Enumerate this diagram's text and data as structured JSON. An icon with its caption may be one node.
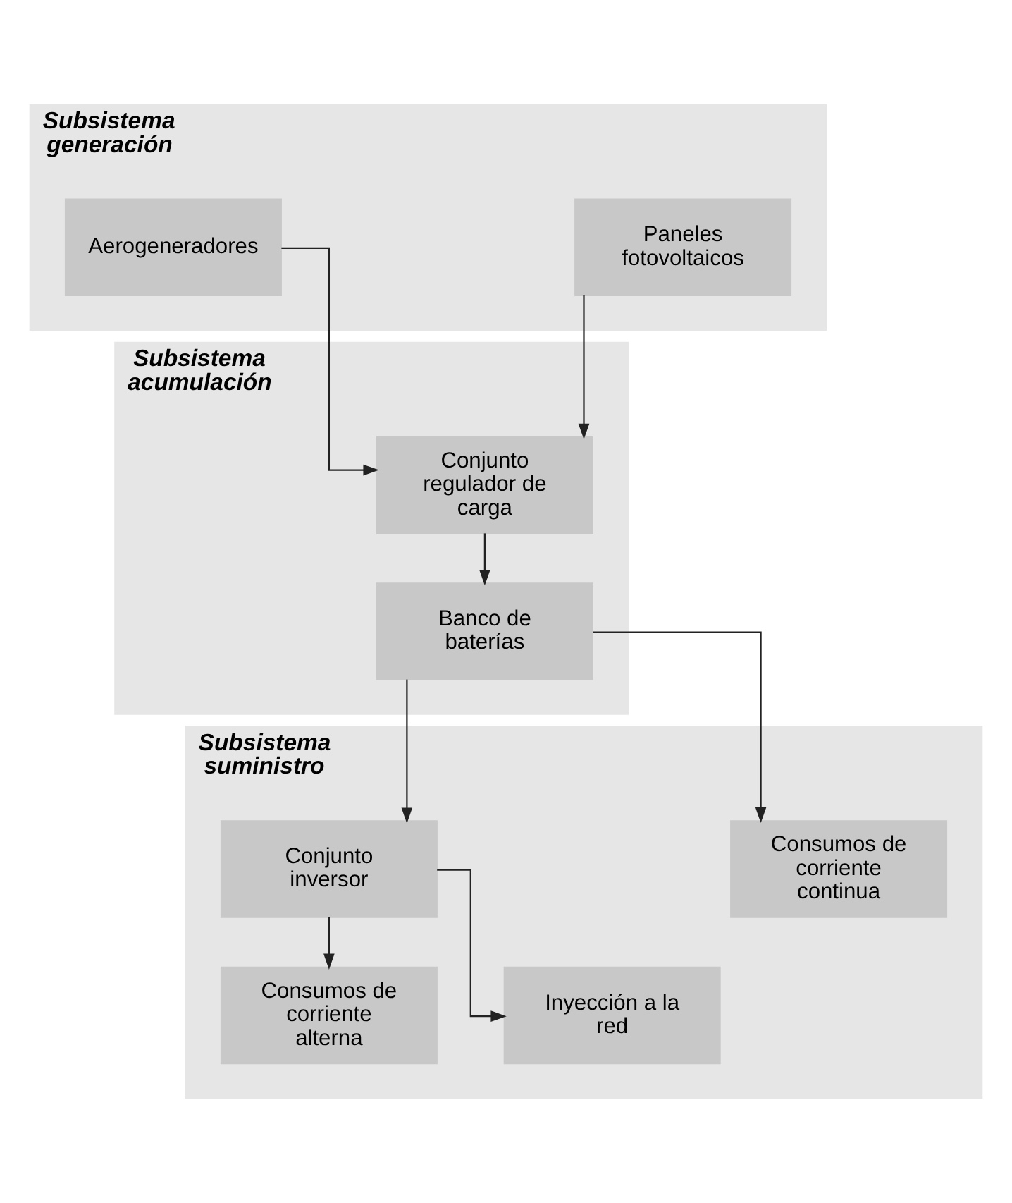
{
  "diagram": {
    "nodes": [
      {
        "text": [
          "Subsistema generación"
        ]
      },
      {
        "text": [
          "Paneles fotovoltaicos"
        ],
        "in": 0
      },
      {
        "text": [
          "Aerogeneradores"
        ],
        "in": 0
      },
      {
        "text": [
          "Subsistema acumulación"
        ]
      },
      {
        "text": [
          "Conjunto regulador de carga"
        ],
        "in": 3
      },
      {
        "text": [
          "Banco de baterías"
        ],
        "in": 3
      },
      {
        "text": [
          "Subsistema suministro"
        ]
      },
      {
        "text": [
          "Consumos de corriente continua"
        ],
        "in": 6
      },
      {
        "text": [
          "Conjunto inversor"
        ],
        "in": 6
      },
      {
        "text": [
          "Consumos de corriente alterna"
        ],
        "in": 6
      },
      {
        "text": [
          "Inyección a la red"
        ],
        "in": 6
      }
    ],
    "edges": [
      {
        "from": 1,
        "to": 4,
        "arrow": "to"
      },
      {
        "from": 2,
        "to": 4,
        "arrow": "to"
      },
      {
        "from": 4,
        "to": 5,
        "arrow": "to"
      },
      {
        "from": 5,
        "to": 7,
        "arrow": "to"
      },
      {
        "from": 5,
        "to": 8,
        "arrow": "to"
      },
      {
        "from": 8,
        "to": 9,
        "arrow": "to"
      },
      {
        "from": 8,
        "to": 10,
        "arrow": "to"
      }
    ]
  }
}
